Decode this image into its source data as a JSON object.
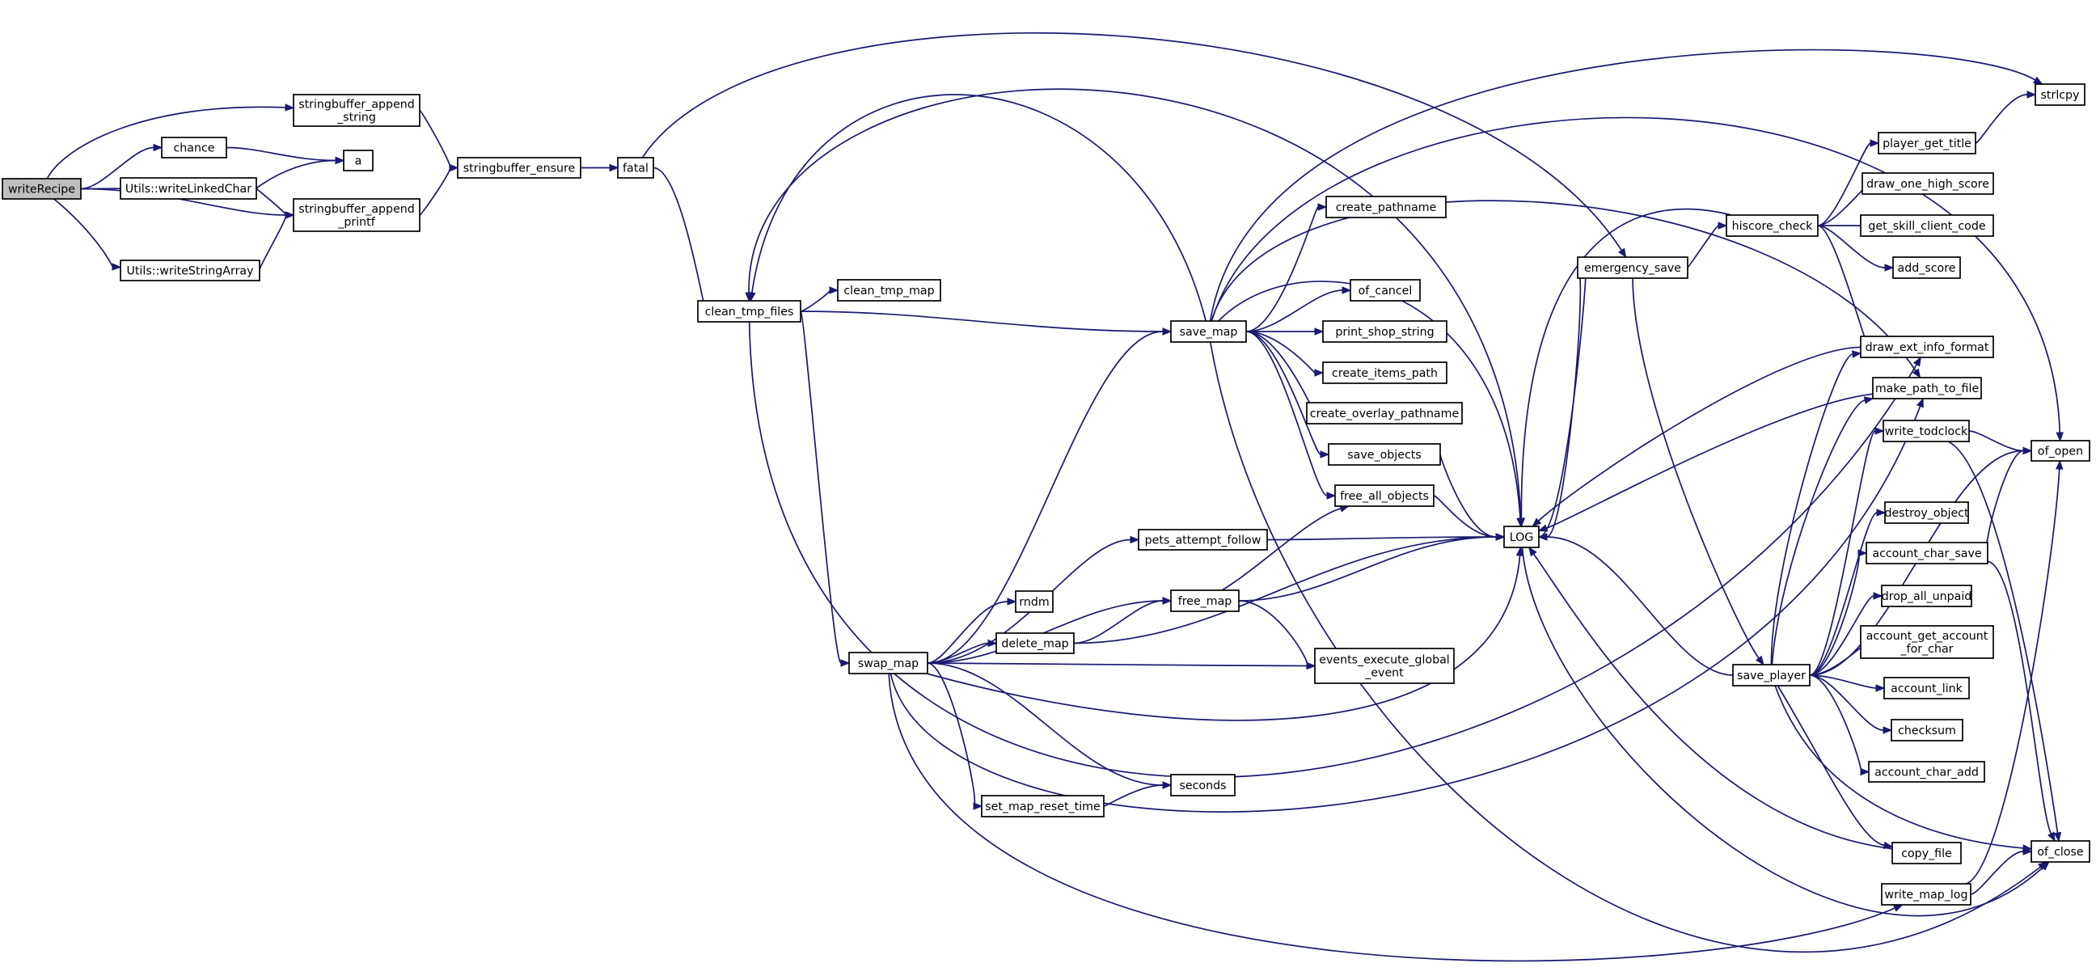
{
  "colors": {
    "edge": "#191970",
    "node_border": "#000000",
    "node_fill": "#ffffff",
    "root_fill": "#bfbfbf",
    "truncated_border": "#ff0000"
  },
  "nodes": [
    {
      "id": "writeRecipe",
      "lines": [
        "writeRecipe"
      ],
      "root": true
    },
    {
      "id": "sb_append_string",
      "lines": [
        "stringbuffer_append",
        "_string"
      ]
    },
    {
      "id": "chance",
      "lines": [
        "chance"
      ]
    },
    {
      "id": "a",
      "lines": [
        "a"
      ]
    },
    {
      "id": "writeLinkedChar",
      "lines": [
        "Utils::writeLinkedChar"
      ]
    },
    {
      "id": "sb_append_printf",
      "lines": [
        "stringbuffer_append",
        "_printf"
      ]
    },
    {
      "id": "writeStringArray",
      "lines": [
        "Utils::writeStringArray"
      ]
    },
    {
      "id": "sb_ensure",
      "lines": [
        "stringbuffer_ensure"
      ]
    },
    {
      "id": "fatal",
      "lines": [
        "fatal"
      ]
    },
    {
      "id": "clean_tmp_files",
      "lines": [
        "clean_tmp_files"
      ]
    },
    {
      "id": "clean_tmp_map",
      "lines": [
        "clean_tmp_map"
      ]
    },
    {
      "id": "swap_map",
      "lines": [
        "swap_map"
      ]
    },
    {
      "id": "save_map",
      "lines": [
        "save_map"
      ]
    },
    {
      "id": "create_pathname",
      "lines": [
        "create_pathname"
      ]
    },
    {
      "id": "of_cancel",
      "lines": [
        "of_cancel"
      ]
    },
    {
      "id": "print_shop_string",
      "lines": [
        "print_shop_string"
      ]
    },
    {
      "id": "create_items_path",
      "lines": [
        "create_items_path"
      ]
    },
    {
      "id": "create_overlay_pathname",
      "lines": [
        "create_overlay_pathname"
      ]
    },
    {
      "id": "save_objects",
      "lines": [
        "save_objects"
      ],
      "truncated": true
    },
    {
      "id": "free_all_objects",
      "lines": [
        "free_all_objects"
      ],
      "truncated": true
    },
    {
      "id": "pets_attempt_follow",
      "lines": [
        "pets_attempt_follow"
      ],
      "truncated": true
    },
    {
      "id": "rndm",
      "lines": [
        "rndm"
      ]
    },
    {
      "id": "free_map",
      "lines": [
        "free_map"
      ],
      "truncated": true
    },
    {
      "id": "delete_map",
      "lines": [
        "delete_map"
      ]
    },
    {
      "id": "events_execute_global_event",
      "lines": [
        "events_execute_global",
        "_event"
      ]
    },
    {
      "id": "seconds",
      "lines": [
        "seconds"
      ]
    },
    {
      "id": "set_map_reset_time",
      "lines": [
        "set_map_reset_time"
      ]
    },
    {
      "id": "LOG",
      "lines": [
        "LOG"
      ]
    },
    {
      "id": "emergency_save",
      "lines": [
        "emergency_save"
      ]
    },
    {
      "id": "hiscore_check",
      "lines": [
        "hiscore_check"
      ]
    },
    {
      "id": "save_player",
      "lines": [
        "save_player"
      ],
      "truncated": true
    },
    {
      "id": "strlcpy",
      "lines": [
        "strlcpy"
      ]
    },
    {
      "id": "player_get_title",
      "lines": [
        "player_get_title"
      ]
    },
    {
      "id": "draw_one_high_score",
      "lines": [
        "draw_one_high_score"
      ]
    },
    {
      "id": "get_skill_client_code",
      "lines": [
        "get_skill_client_code"
      ]
    },
    {
      "id": "add_score",
      "lines": [
        "add_score"
      ],
      "truncated": true
    },
    {
      "id": "draw_ext_info_format",
      "lines": [
        "draw_ext_info_format"
      ]
    },
    {
      "id": "make_path_to_file",
      "lines": [
        "make_path_to_file"
      ]
    },
    {
      "id": "write_todclock",
      "lines": [
        "write_todclock"
      ]
    },
    {
      "id": "of_open",
      "lines": [
        "of_open"
      ]
    },
    {
      "id": "destroy_object",
      "lines": [
        "destroy_object"
      ],
      "truncated": true
    },
    {
      "id": "account_char_save",
      "lines": [
        "account_char_save"
      ]
    },
    {
      "id": "drop_all_unpaid",
      "lines": [
        "drop_all_unpaid"
      ],
      "truncated": true
    },
    {
      "id": "account_get_account_for_char",
      "lines": [
        "account_get_account",
        "_for_char"
      ]
    },
    {
      "id": "account_link",
      "lines": [
        "account_link"
      ],
      "truncated": true
    },
    {
      "id": "checksum",
      "lines": [
        "checksum"
      ]
    },
    {
      "id": "account_char_add",
      "lines": [
        "account_char_add"
      ],
      "truncated": true
    },
    {
      "id": "copy_file",
      "lines": [
        "copy_file"
      ]
    },
    {
      "id": "of_close",
      "lines": [
        "of_close"
      ]
    },
    {
      "id": "write_map_log",
      "lines": [
        "write_map_log"
      ]
    }
  ],
  "edges": [
    [
      "writeRecipe",
      "sb_append_string"
    ],
    [
      "writeRecipe",
      "chance"
    ],
    [
      "writeRecipe",
      "writeLinkedChar"
    ],
    [
      "writeRecipe",
      "sb_append_printf"
    ],
    [
      "writeRecipe",
      "writeStringArray"
    ],
    [
      "sb_append_string",
      "sb_ensure"
    ],
    [
      "chance",
      "a"
    ],
    [
      "writeLinkedChar",
      "a"
    ],
    [
      "writeLinkedChar",
      "sb_append_printf"
    ],
    [
      "sb_append_printf",
      "sb_ensure"
    ],
    [
      "writeStringArray",
      "sb_append_printf"
    ],
    [
      "sb_ensure",
      "fatal"
    ],
    [
      "fatal",
      "clean_tmp_files"
    ],
    [
      "fatal",
      "emergency_save"
    ],
    [
      "clean_tmp_files",
      "clean_tmp_map"
    ],
    [
      "clean_tmp_files",
      "save_map"
    ],
    [
      "clean_tmp_files",
      "swap_map"
    ],
    [
      "clean_tmp_files",
      "draw_ext_info_format"
    ],
    [
      "swap_map",
      "save_map"
    ],
    [
      "swap_map",
      "pets_attempt_follow"
    ],
    [
      "swap_map",
      "free_map"
    ],
    [
      "swap_map",
      "rndm"
    ],
    [
      "swap_map",
      "delete_map"
    ],
    [
      "swap_map",
      "events_execute_global_event"
    ],
    [
      "swap_map",
      "LOG"
    ],
    [
      "swap_map",
      "seconds"
    ],
    [
      "swap_map",
      "set_map_reset_time"
    ],
    [
      "swap_map",
      "make_path_to_file"
    ],
    [
      "swap_map",
      "write_map_log"
    ],
    [
      "save_map",
      "clean_tmp_files"
    ],
    [
      "save_map",
      "strlcpy"
    ],
    [
      "save_map",
      "create_pathname"
    ],
    [
      "save_map",
      "of_cancel"
    ],
    [
      "save_map",
      "print_shop_string"
    ],
    [
      "save_map",
      "create_items_path"
    ],
    [
      "save_map",
      "create_overlay_pathname"
    ],
    [
      "save_map",
      "save_objects"
    ],
    [
      "save_map",
      "free_all_objects"
    ],
    [
      "save_map",
      "LOG"
    ],
    [
      "save_map",
      "of_open"
    ],
    [
      "save_map",
      "make_path_to_file"
    ],
    [
      "save_map",
      "of_close"
    ],
    [
      "save_objects",
      "LOG"
    ],
    [
      "free_all_objects",
      "LOG"
    ],
    [
      "pets_attempt_follow",
      "LOG"
    ],
    [
      "free_map",
      "free_all_objects"
    ],
    [
      "free_map",
      "LOG"
    ],
    [
      "free_map",
      "events_execute_global_event"
    ],
    [
      "delete_map",
      "free_map"
    ],
    [
      "delete_map",
      "LOG"
    ],
    [
      "set_map_reset_time",
      "seconds"
    ],
    [
      "LOG",
      "clean_tmp_files"
    ],
    [
      "LOG",
      "emergency_save"
    ],
    [
      "LOG",
      "of_close"
    ],
    [
      "emergency_save",
      "hiscore_check"
    ],
    [
      "emergency_save",
      "save_player"
    ],
    [
      "emergency_save",
      "LOG"
    ],
    [
      "hiscore_check",
      "player_get_title"
    ],
    [
      "hiscore_check",
      "draw_one_high_score"
    ],
    [
      "hiscore_check",
      "get_skill_client_code"
    ],
    [
      "hiscore_check",
      "add_score"
    ],
    [
      "hiscore_check",
      "draw_ext_info_format"
    ],
    [
      "hiscore_check",
      "LOG"
    ],
    [
      "player_get_title",
      "strlcpy"
    ],
    [
      "save_player",
      "LOG"
    ],
    [
      "save_player",
      "draw_ext_info_format"
    ],
    [
      "save_player",
      "make_path_to_file"
    ],
    [
      "save_player",
      "write_todclock"
    ],
    [
      "save_player",
      "of_open"
    ],
    [
      "save_player",
      "destroy_object"
    ],
    [
      "save_player",
      "account_char_save"
    ],
    [
      "save_player",
      "drop_all_unpaid"
    ],
    [
      "save_player",
      "account_get_account_for_char"
    ],
    [
      "save_player",
      "account_link"
    ],
    [
      "save_player",
      "checksum"
    ],
    [
      "save_player",
      "account_char_add"
    ],
    [
      "save_player",
      "copy_file"
    ],
    [
      "save_player",
      "of_close"
    ],
    [
      "make_path_to_file",
      "LOG"
    ],
    [
      "draw_ext_info_format",
      "LOG"
    ],
    [
      "write_todclock",
      "of_open"
    ],
    [
      "write_todclock",
      "of_close"
    ],
    [
      "account_char_save",
      "of_open"
    ],
    [
      "account_char_save",
      "of_close"
    ],
    [
      "copy_file",
      "LOG"
    ],
    [
      "write_map_log",
      "of_open"
    ],
    [
      "write_map_log",
      "of_close"
    ]
  ]
}
